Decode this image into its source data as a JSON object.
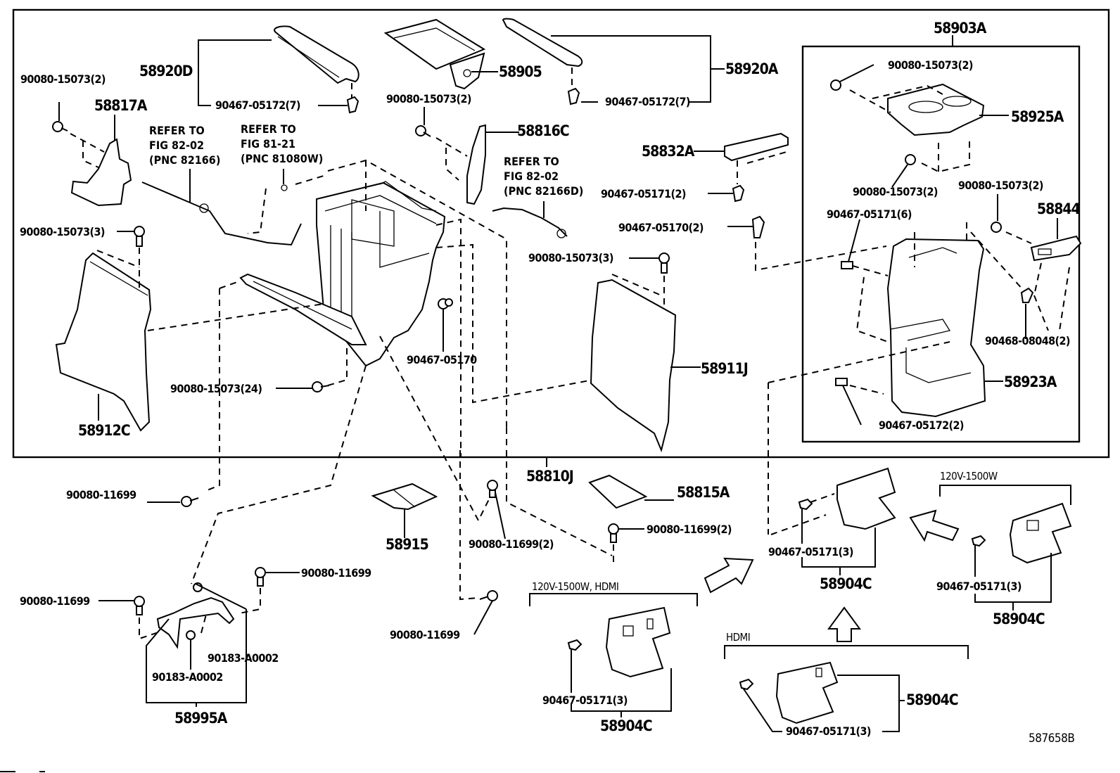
{
  "figure_id": "587658B",
  "groups": {
    "main_assembly": "58810J",
    "cup_holder_assembly": "58903A",
    "bracket_assembly": "58995A"
  },
  "labels": {
    "p58920D": "58920D",
    "p90467_05172_7_left": "90467-05172(7)",
    "p90080_15073_2_topleft": "90080-15073(2)",
    "p58817A": "58817A",
    "ref1": "REFER TO\nFIG 82-02\n(PNC 82166)",
    "ref2": "REFER TO\nFIG 81-21\n(PNC 81080W)",
    "p58905": "58905",
    "p90080_15073_2_center": "90080-15073(2)",
    "p58816C": "58816C",
    "ref3": "REFER TO\nFIG 82-02\n(PNC 82166D)",
    "p58920A": "58920A",
    "p90467_05172_7_right": "90467-05172(7)",
    "p58832A": "58832A",
    "p90467_05171_2": "90467-05171(2)",
    "p90467_05170_2": "90467-05170(2)",
    "p90080_15073_3_left": "90080-15073(3)",
    "p90080_15073_3_right": "90080-15073(3)",
    "p90467_05170": "90467-05170",
    "p58911J": "58911J",
    "p90080_15073_24": "90080-15073(24)",
    "p58912C": "58912C",
    "p58903A": "58903A",
    "p90080_15073_2_cup_top": "90080-15073(2)",
    "p58925A": "58925A",
    "p90080_15073_2_cup_bottom": "90080-15073(2)",
    "p90080_15073_2_cup_right": "90080-15073(2)",
    "p58844": "58844",
    "p90467_05171_6": "90467-05171(6)",
    "p90468_08048_2": "90468-08048(2)",
    "p58923A": "58923A",
    "p90467_05172_2": "90467-05172(2)",
    "p58810J": "58810J",
    "p90080_11699_a": "90080-11699",
    "p58915": "58915",
    "p90080_11699_2_a": "90080-11699(2)",
    "p58815A": "58815A",
    "p90080_11699_2_b": "90080-11699(2)",
    "p90080_11699_b": "90080-11699",
    "p90080_11699_c": "90080-11699",
    "p90080_11699_d": "90080-11699",
    "p90183_A0002_a": "90183-A0002",
    "p90183_A0002_b": "90183-A0002",
    "p58995A": "58995A",
    "p90467_05171_3_a": "90467-05171(3)",
    "p58904C_a": "58904C",
    "p90467_05171_3_b": "90467-05171(3)",
    "p58904C_b": "58904C",
    "p90467_05171_3_c": "90467-05171(3)",
    "p58904C_c": "58904C",
    "p90467_05171_3_d": "90467-05171(3)",
    "p58904C_d": "58904C"
  },
  "variants": {
    "v1": "120V-1500W, HDMI",
    "v2": "120V-1500W",
    "v3": "HDMI"
  },
  "icons": {
    "screw": "screw-icon",
    "clip": "clip-icon",
    "direction_arrow": "arrow-icon"
  }
}
